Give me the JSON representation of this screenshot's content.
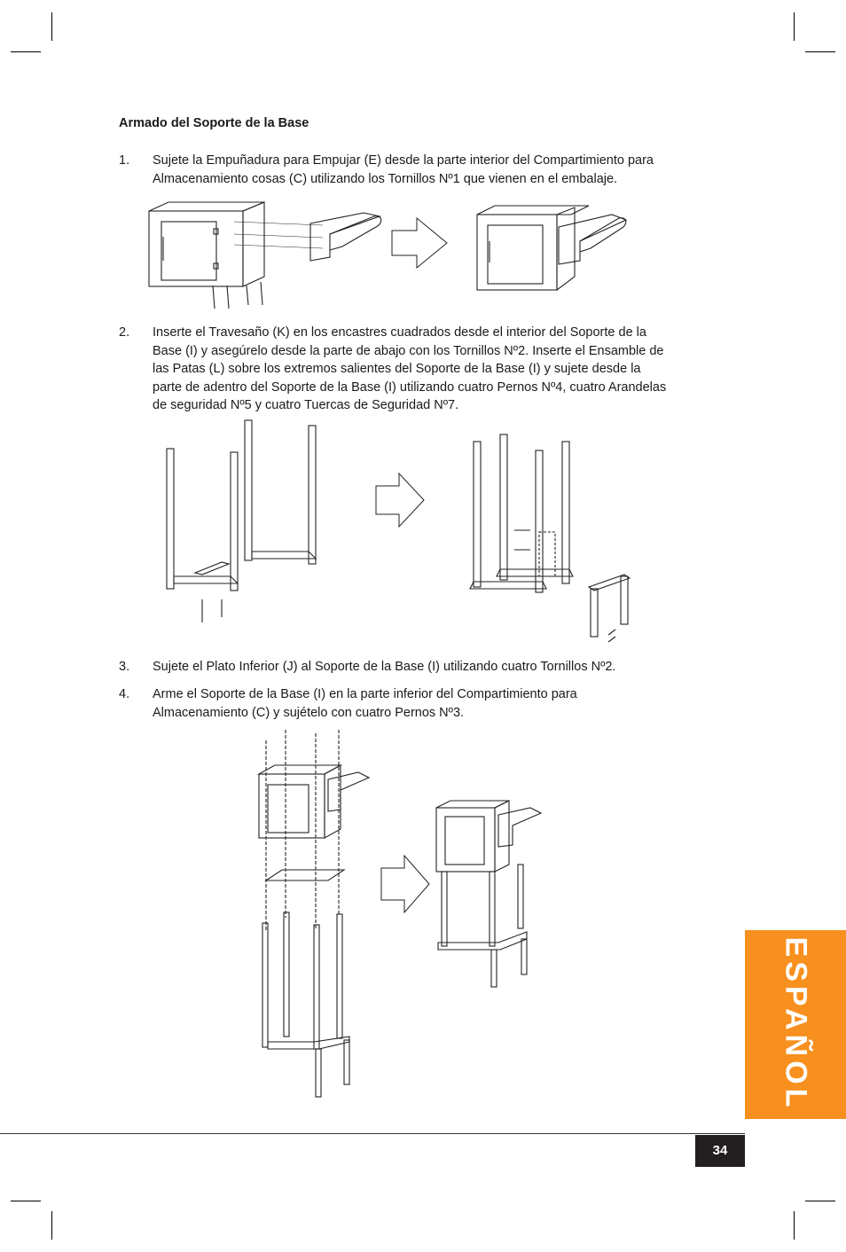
{
  "section": {
    "title": "Armado del Soporte de la Base"
  },
  "steps": [
    {
      "num": "1.",
      "text": "Sujete la Empuñadura para Empujar (E) desde la parte interior del Compartimiento para Almacenamiento cosas (C) utilizando los Tornillos Nº1 que vienen en el embalaje."
    },
    {
      "num": "2.",
      "text": "Inserte el Travesaño (K) en los encastres cuadrados desde el interior del Soporte de la Base (I) y asegúrelo desde la parte de abajo con los Tornillos Nº2. Inserte el Ensamble de las Patas (L) sobre los extremos salientes del Soporte de la Base (I) y sujete desde la parte de adentro del Soporte de la Base (I) utilizando cuatro Pernos Nº4, cuatro Arandelas de seguridad Nº5 y cuatro Tuercas de Seguridad Nº7."
    },
    {
      "num": "3.",
      "text": "Sujete el Plato Inferior (J) al Soporte de la Base (I) utilizando cuatro Tornillos Nº2."
    },
    {
      "num": "4.",
      "text": "Arme el Soporte de la Base (I) en la parte inferior del Compartimiento para Almacenamiento (C) y sujételo con cuatro Pernos Nº3."
    }
  ],
  "language_tab": {
    "label": "ESPAÑOL",
    "color": "#f7901e"
  },
  "page": {
    "number": "34"
  }
}
